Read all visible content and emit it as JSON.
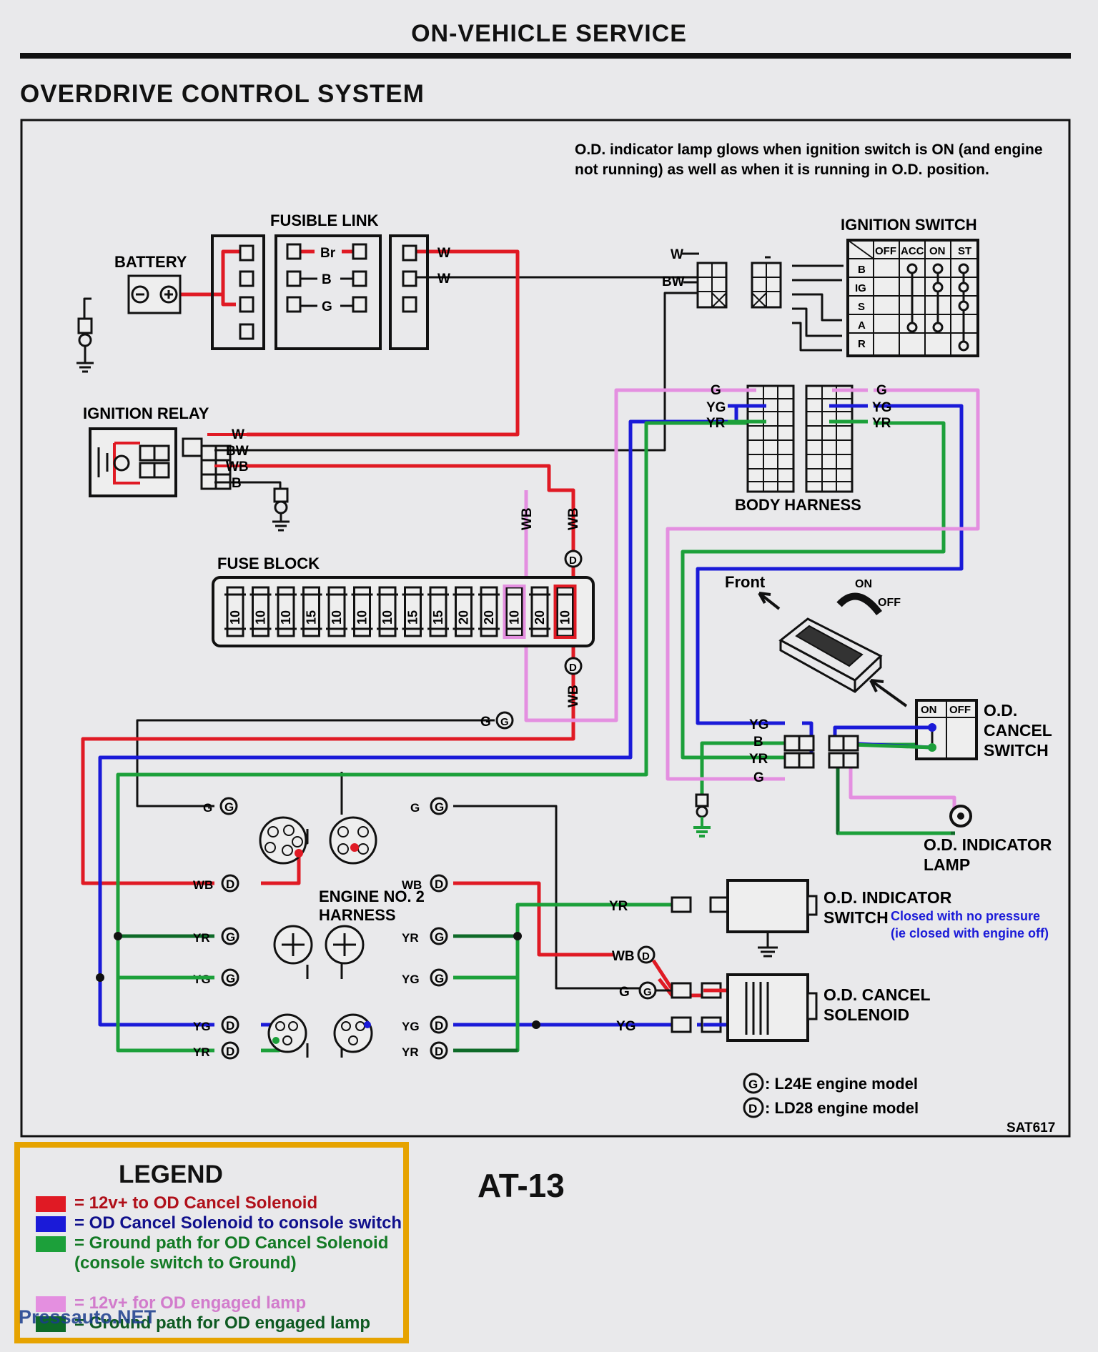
{
  "header": {
    "title": "ON-VEHICLE SERVICE",
    "system": "OVERDRIVE CONTROL SYSTEM"
  },
  "note": {
    "line1": "O.D. indicator lamp glows when ignition switch is ON (and engine",
    "line2": "not running) as well as when it is running in O.D. position."
  },
  "components": {
    "battery": "BATTERY",
    "fusible_link": "FUSIBLE LINK",
    "ignition_switch": "IGNITION SWITCH",
    "ignition_relay": "IGNITION RELAY",
    "body_harness": "BODY HARNESS",
    "fuse_block": "FUSE BLOCK",
    "engine_harness_1": "ENGINE NO. 2",
    "engine_harness_2": "HARNESS",
    "od_cancel_switch_1": "O.D.",
    "od_cancel_switch_2": "CANCEL",
    "od_cancel_switch_3": "SWITCH",
    "od_indicator_lamp_1": "O.D. INDICATOR",
    "od_indicator_lamp_2": "LAMP",
    "od_indicator_switch_1": "O.D. INDICATOR",
    "od_indicator_switch_2": "SWITCH",
    "od_indicator_switch_note1": "Closed with no pressure",
    "od_indicator_switch_note2": "(ie closed with engine off)",
    "od_cancel_solenoid_1": "O.D. CANCEL",
    "od_cancel_solenoid_2": "SOLENOID",
    "front": "Front",
    "on": "ON",
    "off": "OFF",
    "sw_on": "ON",
    "sw_off": "OFF"
  },
  "ignition_switch_table": {
    "cols": [
      "OFF",
      "ACC",
      "ON",
      "ST"
    ],
    "rows": [
      "B",
      "IG",
      "S",
      "A",
      "R"
    ]
  },
  "fuse_values": [
    "10",
    "10",
    "10",
    "15",
    "10",
    "10",
    "10",
    "15",
    "15",
    "20",
    "20",
    "10",
    "20",
    "10"
  ],
  "wire_labels": {
    "w": "W",
    "bw": "BW",
    "br": "Br",
    "b": "B",
    "g": "G",
    "wb": "WB",
    "yg": "YG",
    "yr": "YR"
  },
  "model_key": {
    "g_symbol": "G",
    "g_text": ": L24E engine model",
    "d_symbol": "D",
    "d_text": ": LD28 engine model"
  },
  "ref_code": "SAT617",
  "page_code": "AT-13",
  "legend": {
    "title": "LEGEND",
    "items": [
      {
        "color": "#e01a24",
        "text_color": "#b0101a",
        "text": "= 12v+ to OD Cancel Solenoid"
      },
      {
        "color": "#1a1ad8",
        "text_color": "#10108c",
        "text": "= OD Cancel Solenoid to console switch"
      },
      {
        "color": "#1ca03a",
        "text_color": "#137a25",
        "text": "= Ground path for OD Cancel Solenoid"
      },
      {
        "color": "",
        "text_color": "#137a25",
        "text": "(console switch to Ground)"
      },
      {
        "color": "#e48fe0",
        "text_color": "#d27ccc",
        "text": "= 12v+ for OD engaged lamp"
      },
      {
        "color": "#0e6a28",
        "text_color": "#0e5a22",
        "text": "= Ground path for OD engaged lamp"
      }
    ]
  },
  "watermark": "Pressauto.NET"
}
